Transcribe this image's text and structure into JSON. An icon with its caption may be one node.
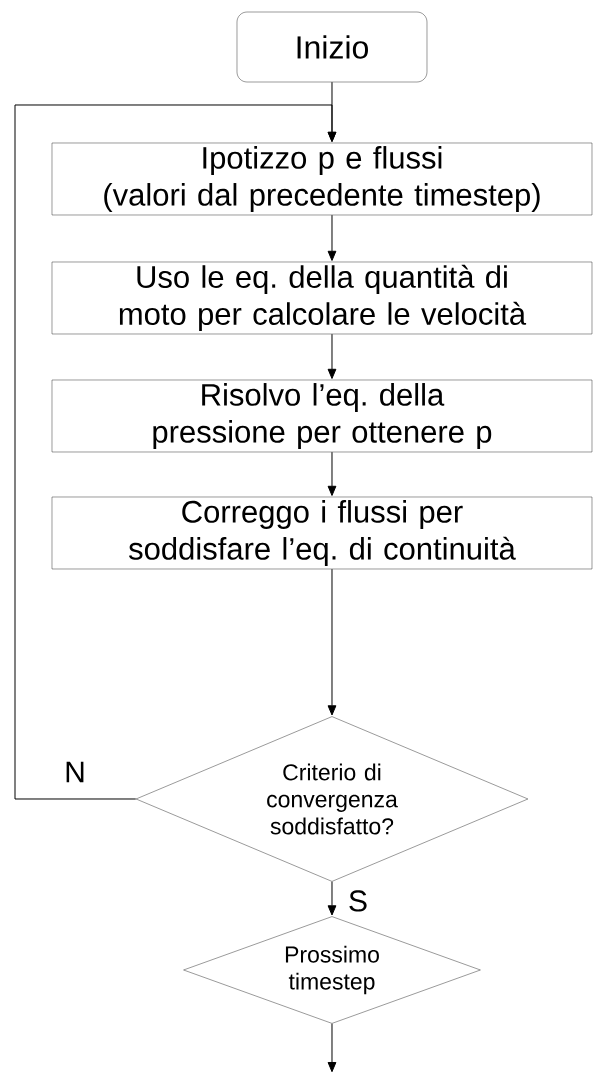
{
  "diagram": {
    "nodes": [
      {
        "text": [
          "Inizio"
        ]
      },
      {
        "text": [
          "Ipotizzo p e flussi",
          "(valori dal precedente timestep)"
        ]
      },
      {
        "text": [
          "Uso le eq. della quantità di moto per calcolare le velocità"
        ]
      },
      {
        "text": [
          "Risolvo l’eq. della pressione per ottenere p"
        ]
      },
      {
        "text": [
          "Correggo i flussi per soddisfare l’eq. di continuità"
        ]
      },
      {
        "text": [
          "Criterio di convergenza soddisfatto?"
        ]
      },
      {
        "text": [
          "Prossimo timestep"
        ]
      }
    ],
    "edges": [
      {
        "from": 0,
        "to": 1,
        "arrow": "to"
      },
      {
        "from": 1,
        "to": 2,
        "arrow": "to"
      },
      {
        "from": 2,
        "to": 3,
        "arrow": "to"
      },
      {
        "from": 3,
        "to": 4,
        "arrow": "to"
      },
      {
        "from": 4,
        "to": 5,
        "arrow": "to"
      },
      {
        "from": 5,
        "to": 1,
        "arrow": "to",
        "label": "N"
      },
      {
        "from": 5,
        "to": 6,
        "arrow": "to",
        "label": "S"
      },
      {
        "from": 6,
        "to": null,
        "arrow": "to"
      }
    ]
  }
}
